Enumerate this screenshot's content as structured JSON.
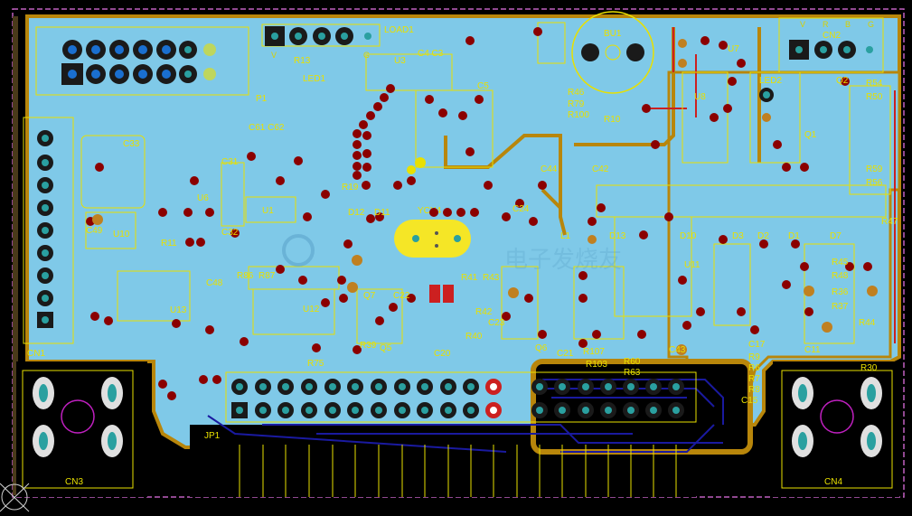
{
  "colors": {
    "background": "#000000",
    "board_fill": "#7fc9e8",
    "silkscreen": "#e8e000",
    "copper_top": "#b8860b",
    "copper_bottom": "#1a1aa0",
    "via": "#8b0000",
    "pad_ring": "#1a1a1a",
    "pad_center": "#2aa0a0",
    "crystal": "#f5e626",
    "outline": "#c060c0"
  },
  "connectors": {
    "cn1": "CN1",
    "cn2": "CN2",
    "cn3": "CN3",
    "cn4": "CN4",
    "jp1": "JP1",
    "p1": "P1",
    "load1": "LOAD1",
    "load1_pins": [
      "V",
      "G"
    ],
    "cn2_pins": [
      "V",
      "R",
      "B",
      "G"
    ]
  },
  "components": {
    "u1": "U1",
    "u3": "U3",
    "u6": "U6",
    "u7": "U7",
    "u8": "U8",
    "u10": "U10",
    "u11": "U11",
    "u12": "U12",
    "u13": "U13",
    "bu1": "BU1",
    "led1": "LED1",
    "r13": "R13",
    "r19": "R19",
    "r11": "R11",
    "r10": "R10",
    "c33": "C33",
    "c31": "C31",
    "c32": "C32",
    "c49": "C49",
    "c48": "C48",
    "c24": "C24",
    "c20": "C20",
    "c22": "C22",
    "c23": "C23",
    "c5": "C5",
    "c4c3": "C4 C3",
    "c44": "C44",
    "c43": "C43",
    "c11": "C11",
    "c15": "C15",
    "c17": "C17",
    "d11": "D11",
    "d12": "D12",
    "d13": "D13",
    "d10": "D10",
    "d7": "D7",
    "d3": "D3",
    "d2": "D2",
    "d1": "D1",
    "ycy4": "YCY4",
    "l1": "L1",
    "r39": "R39",
    "r40": "R40",
    "r41": "R41",
    "r42": "R42",
    "r43": "R43",
    "r44": "R44",
    "r45": "R45",
    "r46": "R46",
    "r47": "R47",
    "r48": "R48",
    "r50": "R50",
    "r54": "R54",
    "r56": "R56",
    "r59": "R59",
    "r60": "R60",
    "r63": "R63",
    "r75": "R75",
    "r79": "R79",
    "r86": "R86",
    "r87": "R87",
    "r100": "R100",
    "r103": "R103",
    "r107": "R107",
    "r30": "R30",
    "r36": "R36",
    "r37": "R37",
    "r6": "R6",
    "r7": "R7",
    "r8": "R8",
    "r9": "R9",
    "q1": "Q1",
    "q2": "Q2",
    "q5": "Q5",
    "q6": "Q6",
    "q7": "Q7",
    "led2": "LED2",
    "c61c62": "C61 C62",
    "c42": "C42",
    "c21": "C21"
  },
  "watermark": {
    "text": "电子发烧友"
  }
}
